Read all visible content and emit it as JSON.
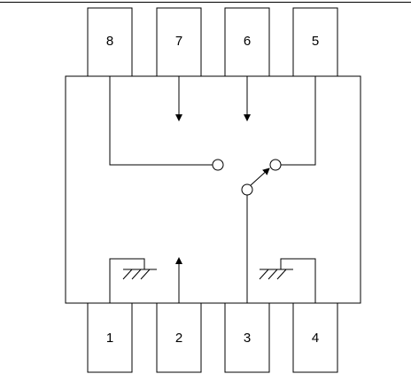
{
  "diagram": {
    "pins": [
      {
        "number": "8"
      },
      {
        "number": "7"
      },
      {
        "number": "6"
      },
      {
        "number": "5"
      },
      {
        "number": "1"
      },
      {
        "number": "2"
      },
      {
        "number": "3"
      },
      {
        "number": "4"
      }
    ],
    "colors": {
      "stroke": "#000000",
      "background": "#ffffff"
    }
  }
}
